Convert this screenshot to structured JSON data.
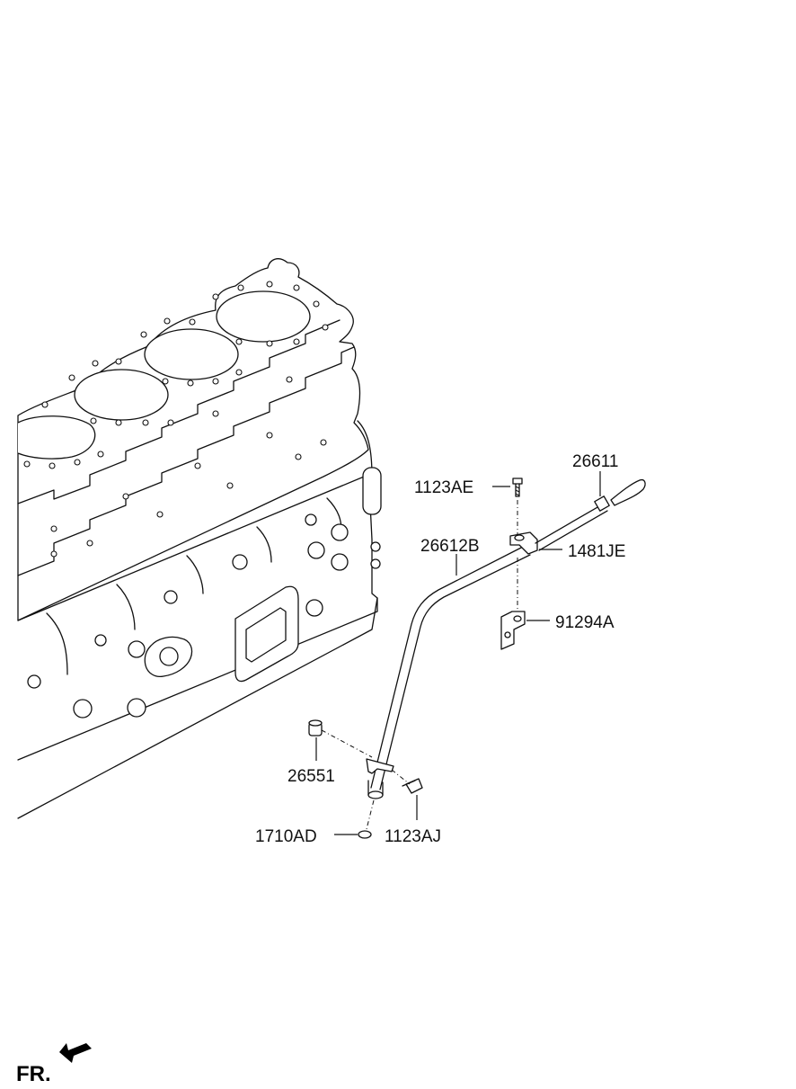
{
  "labels": {
    "p1123AE": "1123AE",
    "p26611": "26611",
    "p26612B": "26612B",
    "p1481JE": "1481JE",
    "p91294A": "91294A",
    "p26551": "26551",
    "p1710AD": "1710AD",
    "p1123AJ": "1123AJ"
  },
  "orientation": {
    "front_label": "FR.",
    "icon": "front-direction-arrow-icon"
  }
}
